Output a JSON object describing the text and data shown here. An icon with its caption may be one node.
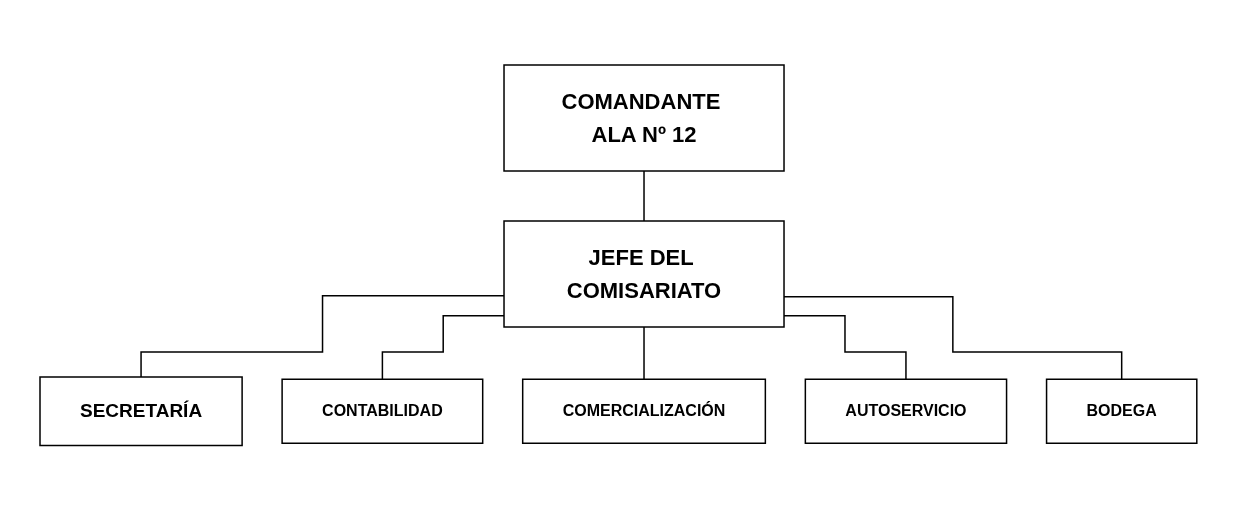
{
  "diagram": {
    "nodes": [
      {
        "text": [
          "COMANDANTE ALA Nº 12"
        ]
      },
      {
        "text": [
          "JEFE DEL COMISARIATO"
        ]
      },
      {
        "text": [
          "SECRETARÍA"
        ]
      },
      {
        "text": [
          "CONTABILIDAD"
        ]
      },
      {
        "text": [
          "COMERCIALIZACIÓN"
        ]
      },
      {
        "text": [
          "AUTOSERVICIO"
        ]
      },
      {
        "text": [
          "BODEGA"
        ]
      }
    ],
    "edges": [
      {
        "from": 0,
        "to": 1,
        "arrow": "none"
      },
      {
        "from": 1,
        "to": 2,
        "arrow": "none"
      },
      {
        "from": 1,
        "to": 3,
        "arrow": "none"
      },
      {
        "from": 1,
        "to": 4,
        "arrow": "none"
      },
      {
        "from": 1,
        "to": 5,
        "arrow": "none"
      },
      {
        "from": 1,
        "to": 6,
        "arrow": "none"
      }
    ]
  }
}
